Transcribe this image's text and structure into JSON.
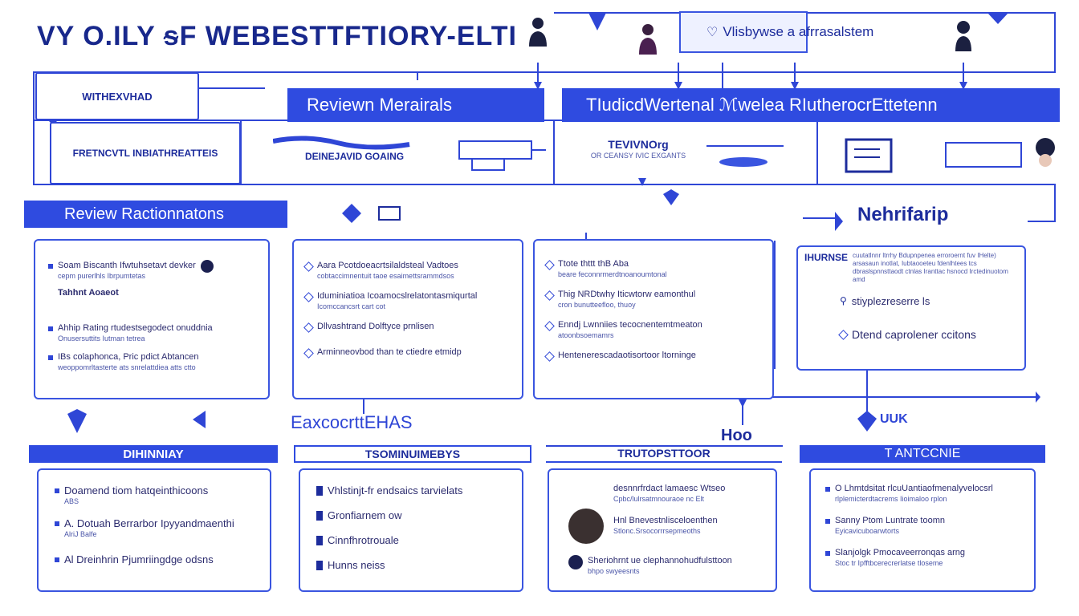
{
  "title": "VY O.ILY ᵴF WEBESTTFTIORY-ELTI",
  "top_tag": "Vlisbywse a afrrasalstem",
  "top_row": {
    "left_box": "WITHEXVHAD",
    "review_bar": "Reviewn Merairals",
    "right_bar": "TIudicdWertenal ℳwelea RIutherocrEttetenn"
  },
  "second_row": {
    "box1": "FRETNCVTL INBIATHREATTEIS",
    "box2": "DEINEJAVID GOAING",
    "box3_title": "TEVIVNOrg",
    "box3_sub": "OR CEANSY IVIC EXGANTS"
  },
  "rationale_bar": "Review Ractionnatons",
  "network_label": "Nehrifarip",
  "panel1": {
    "items": [
      {
        "text": "Soam Biscanth Ifwtuhsetavt devker",
        "sub": "cepm purerlhls Ibrpumtetas"
      },
      {
        "text": "Tahhnt Aoaeot",
        "sub": ""
      },
      {
        "text": "Ahhip Rating rtudestsegodect onuddnia",
        "sub": "Onusersuttits Iutman tetrea"
      },
      {
        "text": "IBs colaphonca, Pric pdict Abtancen",
        "sub": "weoppomrltasterte ats snrelattdiea atts ctto"
      }
    ]
  },
  "panel2": {
    "items": [
      {
        "text": "Aara Pcotdoeacrtsilaldsteal Vadtoes",
        "sub": "cobtaccimnentuit taoe esaimettsrammdsos"
      },
      {
        "text": "Iduminiatioa Icoamocslrelatontasmiqurtal",
        "sub": "Icomccancsrt cart cot"
      },
      {
        "text": "Dllvashtrand Dolftyce prnlisen",
        "sub": ""
      },
      {
        "text": "Arminneovbod than te ctiedre etmidp",
        "sub": ""
      }
    ]
  },
  "panel3": {
    "items": [
      {
        "text": "Ttote thttt thB Aba",
        "sub": "beare feconnrmerdtnoanoumtonal"
      },
      {
        "text": "Thig NRDtwhy Iticwtorw eamonthul",
        "sub": "cron bunutteefloo, thuoy"
      },
      {
        "text": "Enndj Lwnniies tecocnentemtmeaton",
        "sub": "atoonbsoemamrs"
      },
      {
        "text": "Hentenerescadaotisortoor ltorninge",
        "sub": ""
      }
    ]
  },
  "panel4": {
    "heading": "IHURNSE",
    "heading_sub": "cuutatlnnr ltrrhy Bdupnpenea erroroernt fuv IHelte) arsasaun inotlat, Iubtaooeteu fdenlhtees tcs dbraslspnnsttaodt ctnlas Iranttac hsnocd Irctedinuotom amd",
    "items": [
      "stiyplezreserre ls",
      "Dtend caprolener ccitons"
    ]
  },
  "mid_labels": {
    "left": "EaxcocrttEHAS",
    "center": "Hoo",
    "right": "UUK"
  },
  "bottom_bars": [
    "DIHINNIAY",
    "TSOMINUIMEBYS",
    "TRUTOPSTTOOR",
    "T ANTCCNIE"
  ],
  "bottom1": {
    "items": [
      {
        "text": "Doamend tiom hatqeinthicoons",
        "sub": "ABS"
      },
      {
        "text": "A. Dotuah Berrarbor Ipyyandmaenthi",
        "sub": "AlriJ Balfe"
      },
      {
        "text": "Al Dreinhrin Pjumriingdge odsns",
        "sub": ""
      }
    ]
  },
  "bottom2": {
    "items": [
      "Vhlstinjt-fr endsaics tarvielats",
      "Gronfiarnem ow",
      "Cinnfhrotrouale",
      "Hunns neiss"
    ]
  },
  "bottom3": {
    "items": [
      {
        "text": "desnnrfrdact lamaesc Wtseo",
        "sub": "Cpbc/lulrsatmnouraoe nc Elt"
      },
      {
        "text": "Hnl Bnevestnlisceloenthen",
        "sub": "Stlonc.Srsocorrrsepmeoths"
      },
      {
        "text": "Sheriohrnt ue clephannohudfulsttoon",
        "sub": "bhpo swyeesnts"
      }
    ]
  },
  "bottom4": {
    "items": [
      {
        "text": "O Lhmtdsitat rlcuUantiaofmenalyvelocsrl",
        "sub": "rlplemicterdtacrems Iioimaloo rplon"
      },
      {
        "text": "Sanny Ptom Luntrate toomn",
        "sub": "Eyicavicuboarwtorts"
      },
      {
        "text": "Slanjolgk Pmocaveerronqas arng",
        "sub": "Stoc tr Ipfftbcerecrerlatse tloseme"
      }
    ]
  },
  "colors": {
    "accent": "#2f4be0",
    "dark": "#18288c"
  }
}
